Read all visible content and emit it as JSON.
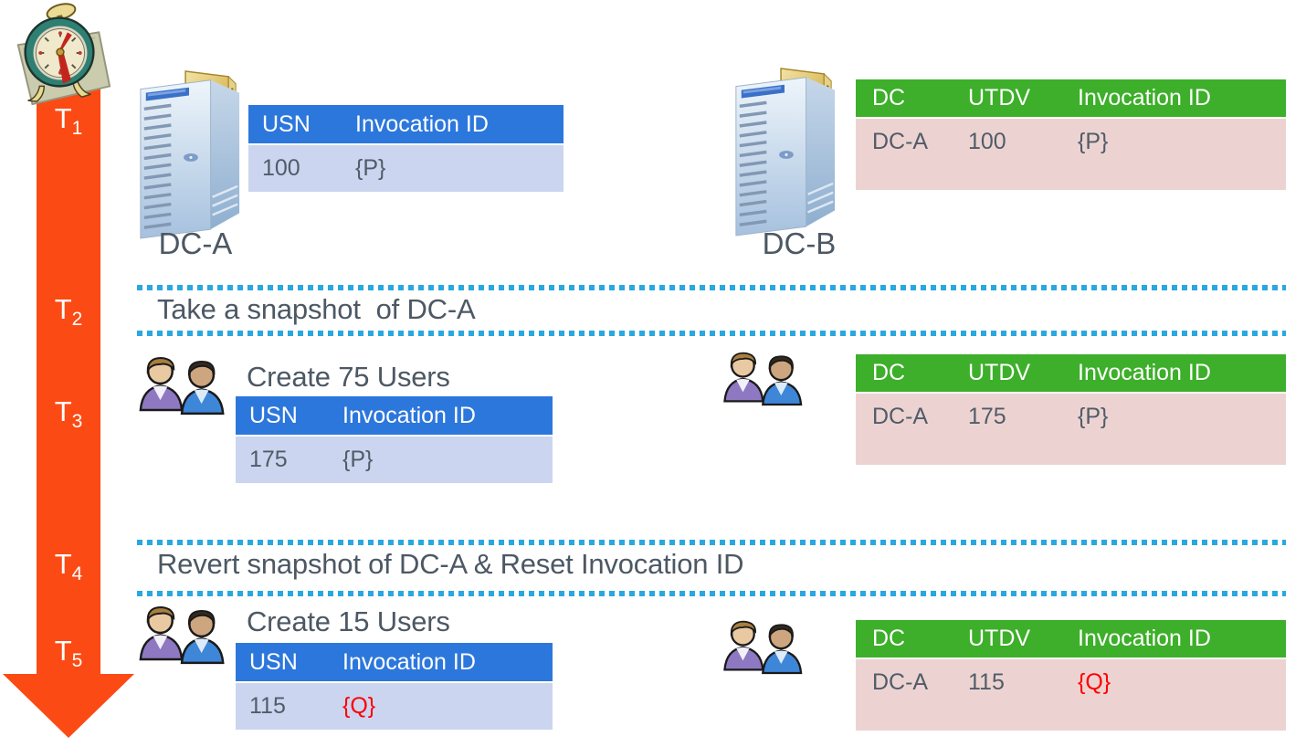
{
  "colors": {
    "arrow": "#FB4A14",
    "dotted_line": "#29A8E0",
    "usn_table_header": "#2C77DC",
    "usn_table_body": "#CBD5EF",
    "utdv_table_header": "#3DAF2A",
    "utdv_table_body": "#ECD3D1",
    "body_text": "#4C5864",
    "alert_red": "#FF0000"
  },
  "icons": {
    "timeline_top": "alarm-clock-icon",
    "domain_controller": "server-tower-icon",
    "users": "user-pair-icon"
  },
  "timeline": {
    "ticks": [
      {
        "label": "T",
        "sub": "1"
      },
      {
        "label": "T",
        "sub": "2"
      },
      {
        "label": "T",
        "sub": "3"
      },
      {
        "label": "T",
        "sub": "4"
      },
      {
        "label": "T",
        "sub": "5"
      }
    ]
  },
  "rows": {
    "t1": {
      "dc_a_label": "DC-A",
      "dc_b_label": "DC-B",
      "usn_table": {
        "col_usn": "USN",
        "col_inv": "Invocation ID",
        "usn": "100",
        "invocation_id": "{P}",
        "invocation_color": "#515C68"
      },
      "utdv_table": {
        "col_dc": "DC",
        "col_utdv": "UTDV",
        "col_inv": "Invocation ID",
        "dc": "DC-A",
        "utdv": "100",
        "invocation_id": "{P}",
        "invocation_color": "#515C68"
      }
    },
    "t2": {
      "caption": "Take a snapshot  of DC-A"
    },
    "t3": {
      "heading": "Create 75 Users",
      "usn_table": {
        "col_usn": "USN",
        "col_inv": "Invocation ID",
        "usn": "175",
        "invocation_id": "{P}",
        "invocation_color": "#515C68"
      },
      "utdv_table": {
        "col_dc": "DC",
        "col_utdv": "UTDV",
        "col_inv": "Invocation ID",
        "dc": "DC-A",
        "utdv": "175",
        "invocation_id": "{P}",
        "invocation_color": "#515C68"
      }
    },
    "t4": {
      "caption": "Revert snapshot of DC-A & Reset Invocation ID"
    },
    "t5": {
      "heading": "Create 15 Users",
      "usn_table": {
        "col_usn": "USN",
        "col_inv": "Invocation ID",
        "usn": "115",
        "invocation_id": "{Q}",
        "invocation_color": "#FF0000"
      },
      "utdv_table": {
        "col_dc": "DC",
        "col_utdv": "UTDV",
        "col_inv": "Invocation ID",
        "dc": "DC-A",
        "utdv": "115",
        "invocation_id": "{Q}",
        "invocation_color": "#FF0000"
      }
    }
  }
}
